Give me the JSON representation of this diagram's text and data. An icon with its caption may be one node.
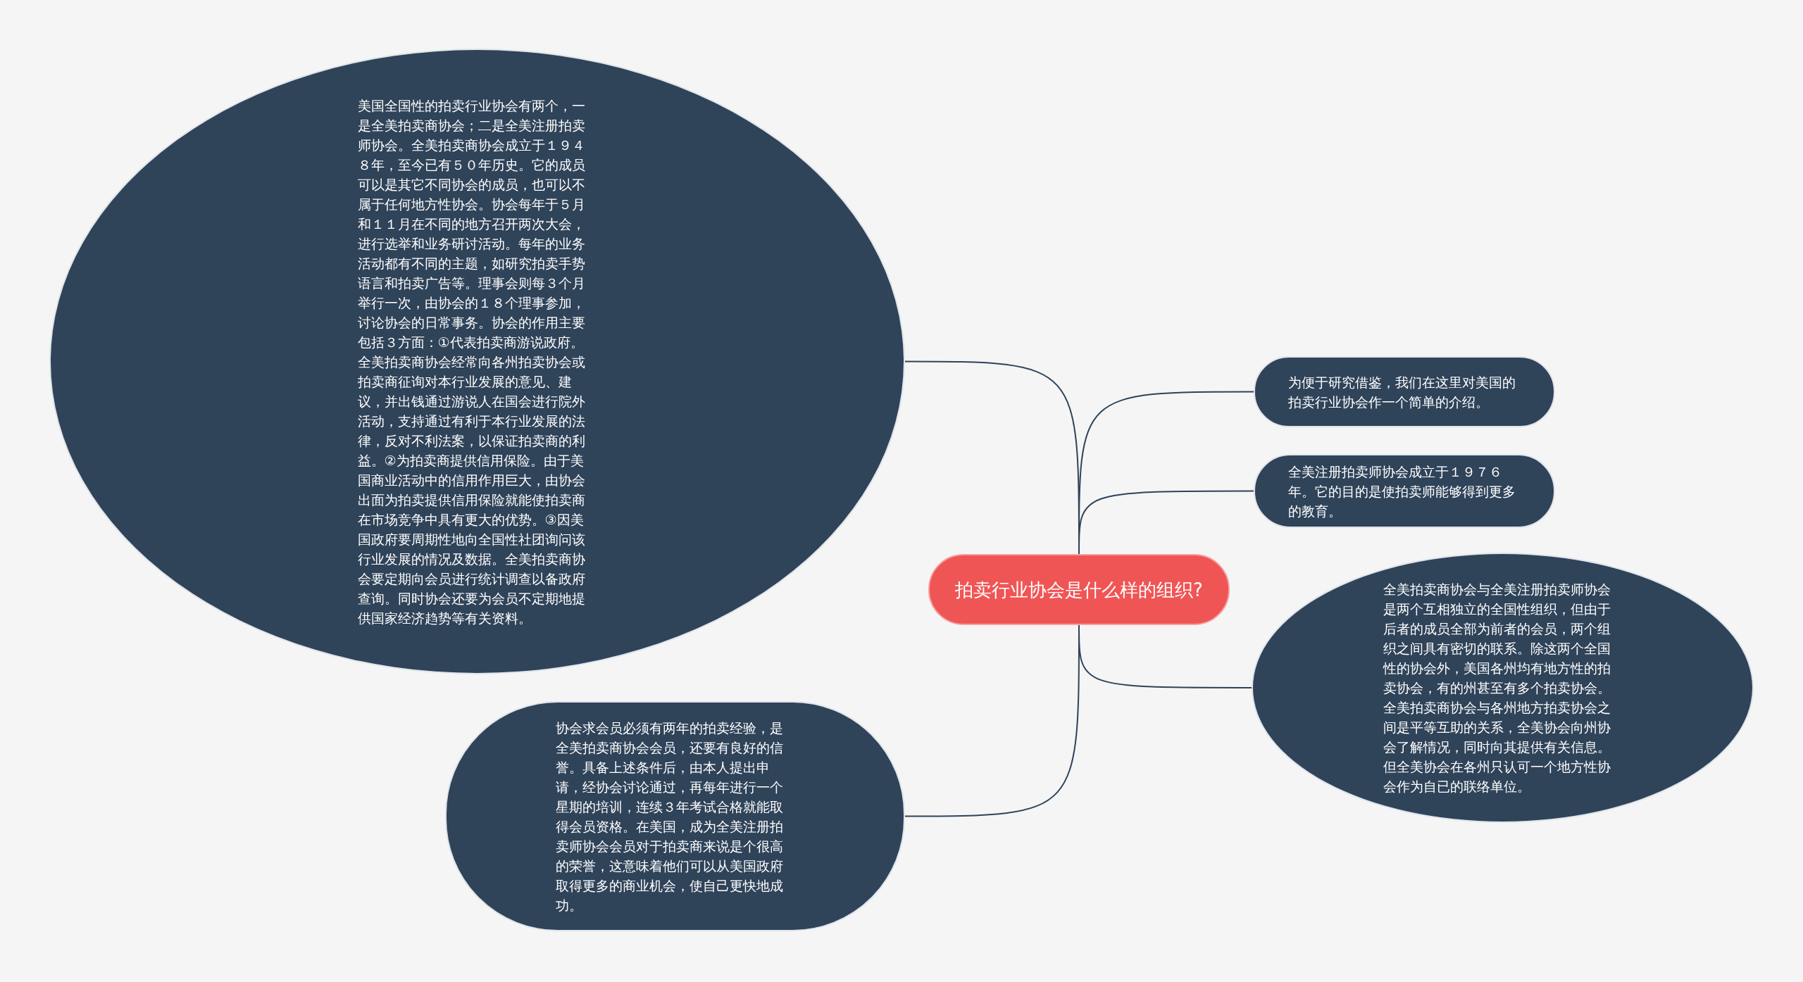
{
  "diagram": {
    "nodes": [
      {
        "text": [
          "拍卖行业协会是什么样的组织?"
        ]
      },
      {
        "text": [
          "美国全国性的拍卖行业协会有两个，一是全美拍卖商协会；二是全美注册拍卖师协会。全美拍卖商协会成立于１９４８年，至今已有５０年历史。它的成员可以是其它不同协会的成员，也可以不属于任何地方性协会。协会每年于５月和１１月在不同的地方召开两次大会，进行选举和业务研讨活动。每年的业务活动都有不同的主题，如研究拍卖手势语言和拍卖广告等。理事会则每３个月举行一次，由协会的１８个理事参加，讨论协会的日常事务。协会的作用主要包括３方面：①代表拍卖商游说政府。全美拍卖商协会经常向各州拍卖协会或拍卖商征询对本行业发展的意见、建议，并出钱通过游说人在国会进行院外活动，支持通过有利于本行业发展的法律，反对不利法案，以保证拍卖商的利益。②为拍卖商提供信用保险。由于美国商业活动中的信用作用巨大，由协会出面为拍卖提供信用保险就能使拍卖商在市场竞争中具有更大的优势。③因美国政府要周期性地向全国性社团询问该行业发展的情况及数据。全美拍卖商协会要定期向会员进行统计调查以备政府查询。同时协会还要为会员不定期地提供国家经济趋势等有关资料。"
        ]
      },
      {
        "text": [
          "为便于研究借鉴，我们在这里对美国的拍卖行业协会作一个简单的介绍。"
        ]
      },
      {
        "text": [
          "全美注册拍卖师协会成立于１９７６年。它的目的是使拍卖师能够得到更多的教育。"
        ]
      },
      {
        "text": [
          "全美拍卖商协会与全美注册拍卖师协会是两个互相独立的全国性组织，但由于后者的成员全部为前者的会员，两个组织之间具有密切的联系。除这两个全国性的协会外，美国各州均有地方性的拍卖协会，有的州甚至有多个拍卖协会。全美拍卖商协会与各州地方拍卖协会之间是平等互助的关系，全美协会向州协会了解情况，同时向其提供有关信息。但全美协会在各州只认可一个地方性协会作为自已的联络单位。"
        ]
      },
      {
        "text": [
          "协会求会员必须有两年的拍卖经验，是全美拍卖商协会会员，还要有良好的信誉。具备上述条件后，由本人提出申请，经协会讨论通过，再每年进行一个星期的培训，连续３年考试合格就能取得会员资格。在美国，成为全美注册拍卖师协会会员对于拍卖商来说是个很高的荣誉，这意味着他们可以从美国政府取得更多的商业机会，使自己更快地成功。"
        ]
      }
    ],
    "edges": [
      {
        "from": 0,
        "to": 1,
        "arrow": "none"
      },
      {
        "from": 0,
        "to": 2,
        "arrow": "none"
      },
      {
        "from": 0,
        "to": 3,
        "arrow": "none"
      },
      {
        "from": 0,
        "to": 4,
        "arrow": "none"
      },
      {
        "from": 0,
        "to": 5,
        "arrow": "none"
      }
    ]
  }
}
